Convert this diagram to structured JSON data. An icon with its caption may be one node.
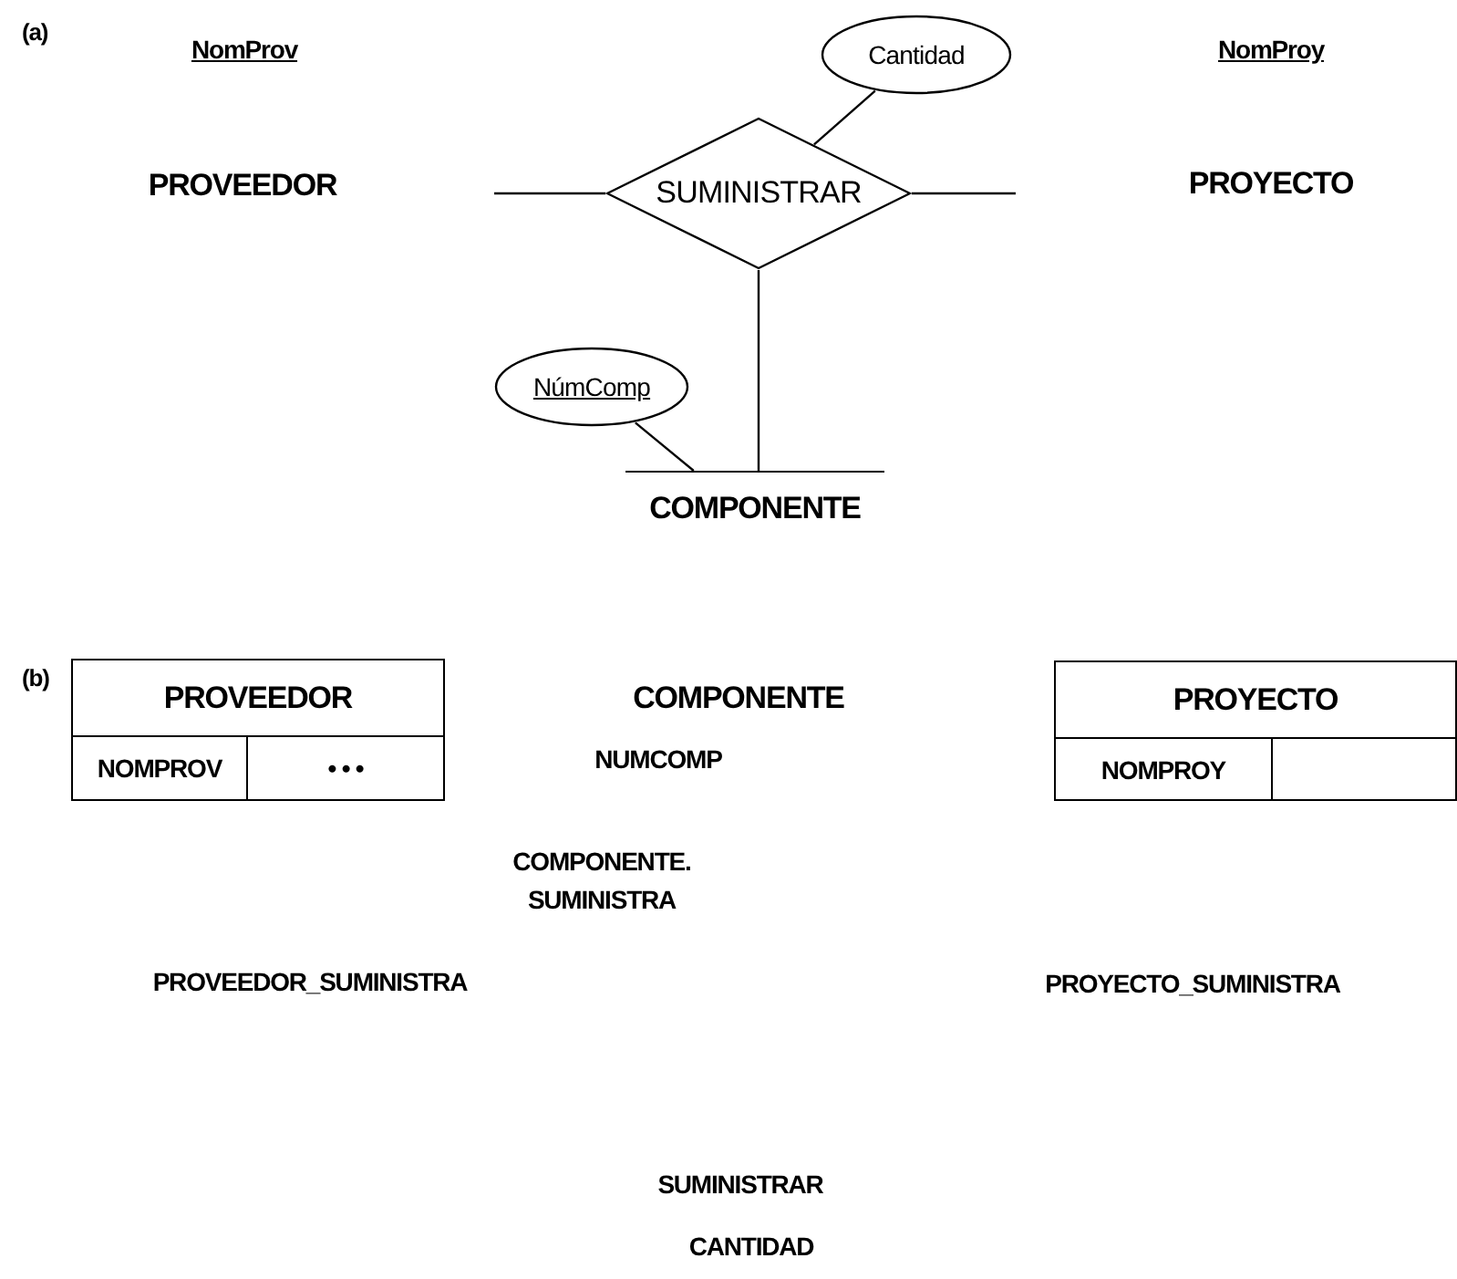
{
  "diagram": {
    "nodes": [
      {
        "text": [
          "Cantidad"
        ]
      },
      {
        "text": [
          "SUMINISTRAR"
        ]
      },
      {
        "text": [
          "NúmComp"
        ]
      },
      {
        "text": [
          "COMPONENTE"
        ]
      },
      {
        "text": [
          "PROVEEDOR",
          "NOMPROV",
          "• • •"
        ]
      },
      {
        "text": [
          "PROYECTO",
          "NOMPROY"
        ]
      }
    ],
    "edges": [
      {
        "from": 0,
        "to": 1,
        "arrow": "none"
      },
      {
        "from": 1,
        "to": null,
        "arrow": "none"
      },
      {
        "from": 1,
        "to": null,
        "arrow": "none"
      },
      {
        "from": 1,
        "to": 3,
        "arrow": "none"
      },
      {
        "from": 2,
        "to": 3,
        "arrow": "none"
      }
    ],
    "labels": [
      "(a)",
      "NomProv",
      "NomProy",
      "PROVEEDOR",
      "PROYECTO",
      "(b)",
      "COMPONENTE",
      "NUMCOMP",
      "COMPONENTE. SUMINISTRA",
      "PROVEEDOR_SUMINISTRA",
      "PROYECTO_SUMINISTRA",
      "SUMINISTRAR",
      "CANTIDAD"
    ]
  }
}
